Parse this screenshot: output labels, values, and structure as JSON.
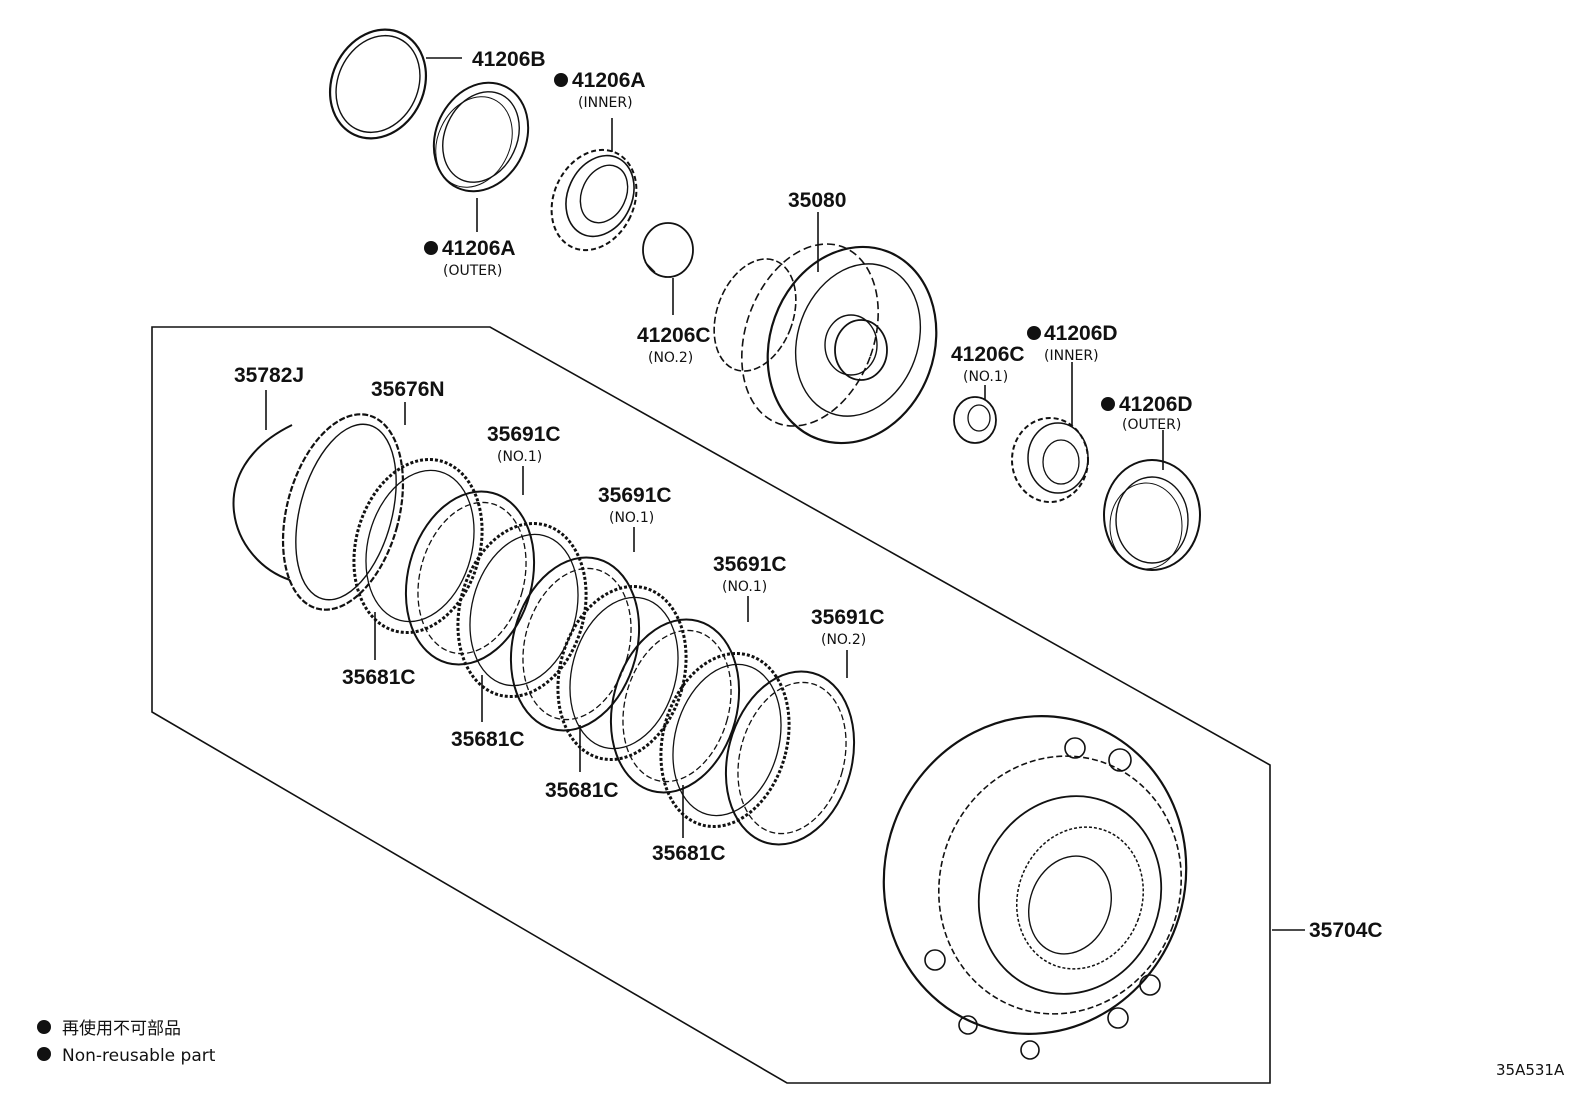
{
  "parts": {
    "p41206B": "41206B",
    "p41206A_inner": "41206A",
    "p41206A_inner_sub": "(INNER)",
    "p41206A_outer": "41206A",
    "p41206A_outer_sub": "(OUTER)",
    "p35080": "35080",
    "p41206C_no2": "41206C",
    "p41206C_no2_sub": "(NO.2)",
    "p41206C_no1": "41206C",
    "p41206C_no1_sub": "(NO.1)",
    "p41206D_inner": "41206D",
    "p41206D_inner_sub": "(INNER)",
    "p41206D_outer": "41206D",
    "p41206D_outer_sub": "(OUTER)",
    "p35782J": "35782J",
    "p35676N": "35676N",
    "p35691C_a": "35691C",
    "p35691C_a_sub": "(NO.1)",
    "p35691C_b": "35691C",
    "p35691C_b_sub": "(NO.1)",
    "p35691C_c": "35691C",
    "p35691C_c_sub": "(NO.1)",
    "p35691C_d": "35691C",
    "p35691C_d_sub": "(NO.2)",
    "p35681C_a": "35681C",
    "p35681C_b": "35681C",
    "p35681C_c": "35681C",
    "p35681C_d": "35681C",
    "p35704C": "35704C"
  },
  "legend": {
    "jp": "再使用不可部品",
    "en": "Non-reusable part"
  },
  "diagram_code": "35A531A",
  "icons": {
    "nonreusable": "filled-circle"
  }
}
